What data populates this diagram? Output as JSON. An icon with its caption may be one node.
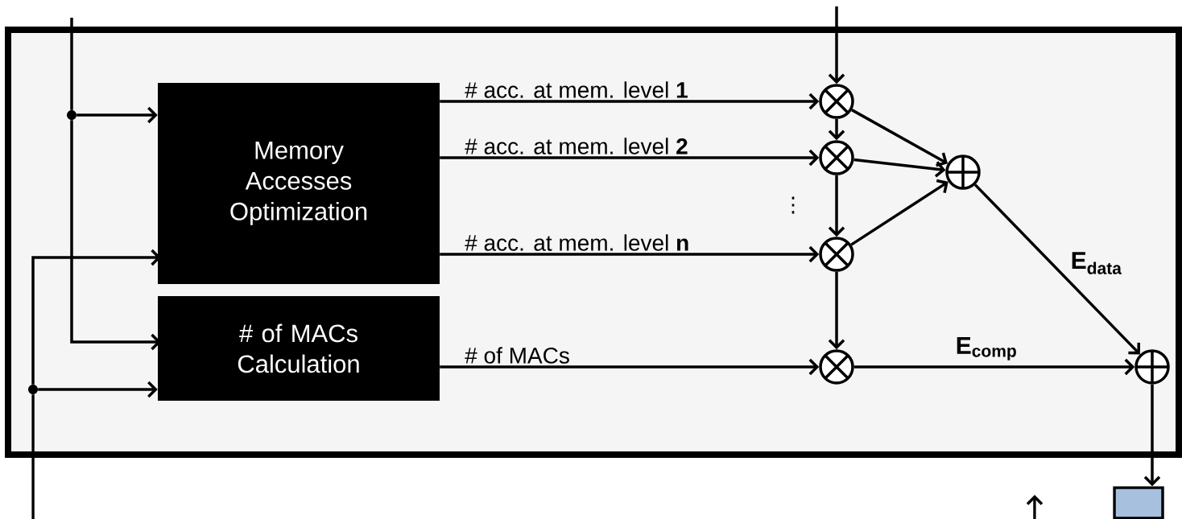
{
  "diagram": {
    "nodes": [
      {
        "text": [],
        "shape": "box"
      },
      {
        "text": [
          "Memory Accesses Optimization"
        ],
        "in": 0
      },
      {
        "text": [
          "# of MACs Calculation"
        ],
        "in": 0
      },
      {
        "text": [],
        "shape": "circle",
        "in": 0
      },
      {
        "text": [],
        "shape": "circle",
        "in": 0
      },
      {
        "text": [],
        "shape": "circle",
        "in": 0
      },
      {
        "text": [],
        "shape": "circle",
        "in": 0
      },
      {
        "text": [],
        "shape": "circle",
        "in": 0
      },
      {
        "text": [],
        "shape": "circle",
        "in": 0
      },
      {
        "text": [],
        "shape": "circle",
        "in": 0
      },
      {
        "text": [],
        "shape": "circle",
        "in": 0
      },
      {
        "text": [],
        "shape": "box"
      }
    ],
    "edges": [
      {
        "from": null,
        "to": 3,
        "arrow": "none"
      },
      {
        "from": 3,
        "to": 1,
        "arrow": "to"
      },
      {
        "from": 3,
        "to": 2,
        "arrow": "to"
      },
      {
        "from": null,
        "to": 4,
        "arrow": "none"
      },
      {
        "from": 4,
        "to": 1,
        "arrow": "to"
      },
      {
        "from": 4,
        "to": 2,
        "arrow": "to"
      },
      {
        "from": null,
        "to": 5,
        "arrow": "to"
      },
      {
        "from": 1,
        "to": 5,
        "arrow": "to",
        "label": "# acc. at mem. level **1**"
      },
      {
        "from": 1,
        "to": 6,
        "arrow": "to",
        "label": "# acc. at mem. level **2**"
      },
      {
        "from": 1,
        "to": 7,
        "arrow": "to",
        "label": "# acc. at mem. level **n**"
      },
      {
        "from": 2,
        "to": 8,
        "arrow": "to",
        "label": "# of MACs"
      },
      {
        "from": 5,
        "to": 6,
        "arrow": "to"
      },
      {
        "from": 6,
        "to": 7,
        "arrow": "to"
      },
      {
        "from": 7,
        "to": 8,
        "arrow": "to"
      },
      {
        "from": 5,
        "to": 9,
        "arrow": "to"
      },
      {
        "from": 6,
        "to": 9,
        "arrow": "to"
      },
      {
        "from": 7,
        "to": 9,
        "arrow": "to"
      },
      {
        "from": 9,
        "to": 10,
        "arrow": "to",
        "label": "E$_{data}$"
      },
      {
        "from": 8,
        "to": 10,
        "arrow": "to",
        "label": "E$_{comp}$"
      },
      {
        "from": 10,
        "to": 11,
        "arrow": "to"
      }
    ],
    "labels": [
      "⋮"
    ]
  }
}
